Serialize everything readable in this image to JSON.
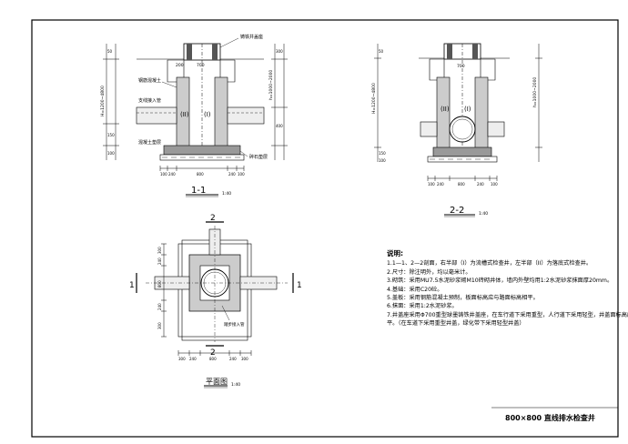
{
  "section_1": {
    "title": "1-1",
    "scale": "1:40",
    "label_cover": "铸铁井盖座",
    "label_wall": "钢筋混凝土",
    "label_pipe": "支线接入管",
    "label_base": "混凝土垫层",
    "label_gravel": "碎石垫层",
    "label_left": "(II)",
    "label_right": "(I)",
    "dim_top_a": "200",
    "dim_top_b": "700",
    "dim_bot": [
      "100",
      "240",
      "800",
      "240",
      "100"
    ],
    "dim_left_v": "H=1200~4800",
    "dim_right_v": "h=1000~2000",
    "dim_misc": [
      "50",
      "300",
      "400",
      "150",
      "100"
    ]
  },
  "section_2": {
    "title": "2-2",
    "scale": "1:40",
    "label_left": "(II)",
    "label_right": "(I)",
    "dim_top": "700",
    "dim_bot": [
      "100",
      "240",
      "800",
      "240",
      "100"
    ],
    "dim_left_v": "H=1200~4800",
    "dim_right_v": "h=1000~2000",
    "dim_misc": [
      "50",
      "150",
      "100"
    ]
  },
  "plan": {
    "title": "平面图",
    "scale": "1:40",
    "mark_top": "2",
    "mark_bottom": "2",
    "mark_left": "1",
    "mark_right": "1",
    "label_step": "踏步接入管",
    "dim_bot": [
      "300",
      "240",
      "800",
      "240",
      "300"
    ],
    "dim_left": [
      "300",
      "240",
      "800",
      "240",
      "300"
    ]
  },
  "notes": {
    "heading": "说明:",
    "items": [
      "1.1—1、2—2剖面，右半部（I）为流槽式检查井，左半部（II）为落底式检查井。",
      "2.尺寸：除注明外，均以毫米计。",
      "3.砌筑：采用MU7.5水泥砂浆砌M10砖砌井体，墙内外壁均用1:2水泥砂浆抹面厚20mm。",
      "4.基础：采用C20砼。",
      "5.盖板：采用钢筋混凝土预制，板面标高应与路面标高相平。",
      "6.抹面：采用1:2水泥砂浆。",
      "7.井盖座采用Φ700重型球墨铸铁井盖座，在车行道下采用重型，人行道下采用轻型，井盖面标高应与路面",
      "   平。（在车道下采用重型井盖，绿化带下采用轻型井盖）"
    ]
  },
  "title_block": {
    "text": "800×800 直线排水检查井"
  }
}
